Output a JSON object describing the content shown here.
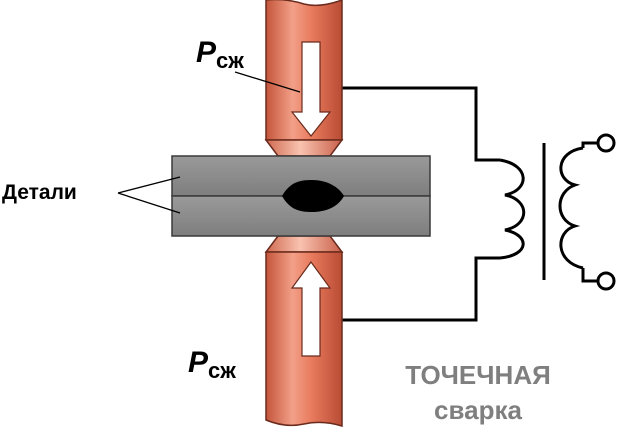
{
  "labels": {
    "force_top": {
      "symbol": "P",
      "subscript": "сж"
    },
    "force_bottom": {
      "symbol": "P",
      "subscript": "сж"
    },
    "parts": "Детали",
    "title_line1": "ТОЧЕЧНАЯ",
    "title_line2": "сварка"
  },
  "colors": {
    "electrode": "#e87a5d",
    "electrode_highlight": "#f6b7a0",
    "electrode_shadow": "#c4553b",
    "plate": "#8e8e8e",
    "plate_outline": "#3a3a3a",
    "weld_nugget": "#000000",
    "wire": "#000000",
    "title_text": "#7f7f7f"
  },
  "icons": {
    "top_arrow": "arrow-down-icon",
    "bottom_arrow": "arrow-up-icon",
    "transformer": "transformer-coil-icon"
  }
}
